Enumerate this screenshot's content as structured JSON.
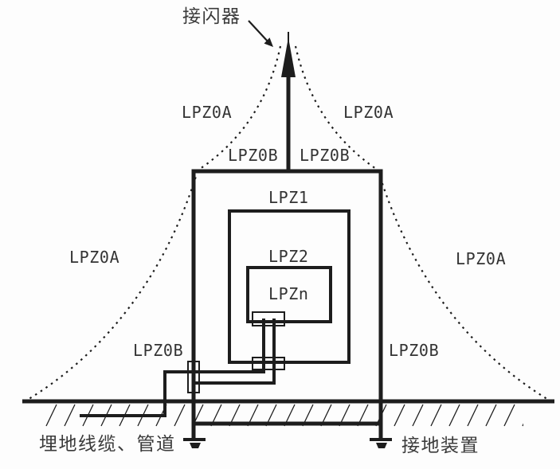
{
  "diagram": {
    "title": "Lightning protection zones diagram",
    "labels": {
      "air_terminal": "接闪器",
      "lpz0a": [
        "LPZ0A",
        "LPZ0A",
        "LPZ0A",
        "LPZ0A"
      ],
      "lpz0b": [
        "LPZ0B",
        "LPZ0B",
        "LPZ0B",
        "LPZ0B"
      ],
      "lpz1": "LPZ1",
      "lpz2": "LPZ2",
      "lpzn": "LPZn",
      "buried_cable": "埋地线缆、管道",
      "earthing_device": "接地装置"
    },
    "colors": {
      "line": "#1d1d1d",
      "text": "#3a3a3a",
      "background": "#fdfdfd"
    }
  }
}
